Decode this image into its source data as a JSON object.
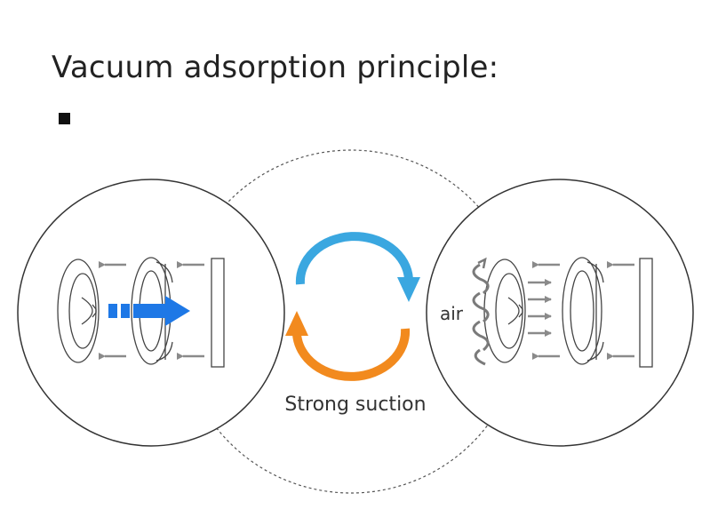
{
  "title": "Vacuum adsorption principle:",
  "labels": {
    "air": "air",
    "cycle": "Strong suction"
  },
  "colors": {
    "cycle_top": "#3aa7e0",
    "cycle_bottom": "#f28a1e",
    "push_arrow": "#1e78e6",
    "gray_arrow": "#8a8a8a",
    "outline": "#444444"
  }
}
